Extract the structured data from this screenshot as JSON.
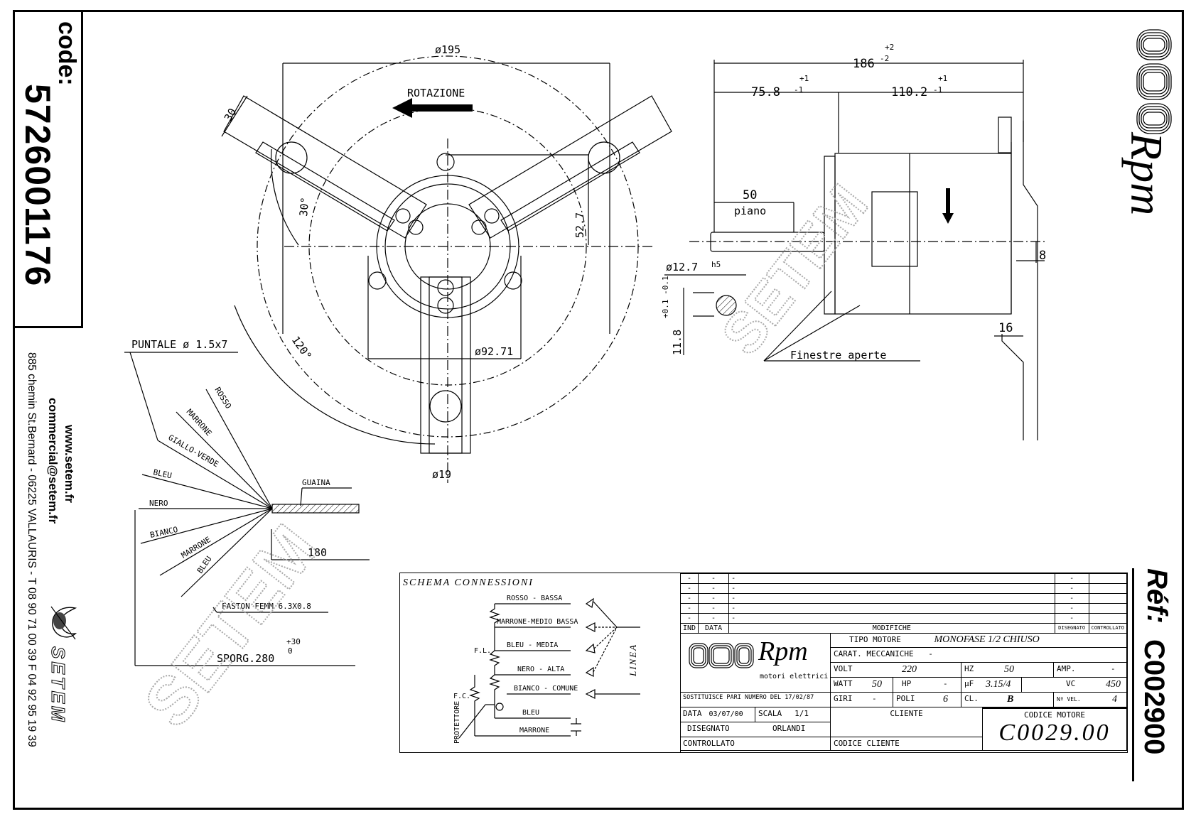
{
  "left_strip": {
    "code_label": "code:",
    "code_value": "5726001176",
    "website": "www.setem.fr",
    "email": "commercial@setem.fr",
    "address": "885 chemin St.Bernard  -  06225 VALLAURIS  -  T 08 90 71 00 39   F 04 92 95 19 39",
    "brand": "SETEM"
  },
  "right_strip": {
    "brand": "Rpm",
    "ref_label": "Réf:",
    "ref_value": "C002900"
  },
  "front_view": {
    "diameter_outer": "ø195",
    "rotation_label": "ROTAZIONE",
    "arm_width": "30",
    "angle_30": "30°",
    "angle_120": "120°",
    "height_52": "52.7",
    "diameter_body": "ø92.71",
    "hole_diameter": "ø19"
  },
  "side_view": {
    "total_length": "186",
    "total_tol_plus": "+2",
    "total_tol_minus": "-2",
    "shaft_length": "75.8",
    "shaft_tol_plus": "+1",
    "shaft_tol_minus": "-1",
    "body_length": "110.2",
    "body_tol_plus": "+1",
    "body_tol_minus": "-1",
    "flat_length": "50",
    "flat_label": "piano",
    "shaft_diameter": "ø12.7",
    "shaft_fit": "h5",
    "flat_height": "11.8",
    "flat_tol": "+0.1 -0.1",
    "dim_8": "8",
    "dim_16": "16",
    "windows_label": "Finestre aperte"
  },
  "wiring": {
    "tip_label": "PUNTALE ø 1.5x7",
    "wires": [
      "ROSSO",
      "MARRONE",
      "GIALLO-VERDE",
      "BLEU",
      "NERO",
      "BIANCO",
      "MARRONE",
      "BLEU"
    ],
    "sheath_label": "GUAINA",
    "dim_180": "180",
    "faston_label": "FASTON FEMM 6.3X0.8",
    "overhang_label": "SPORG.280",
    "overhang_tol_plus": "+30",
    "overhang_tol_minus": "0",
    "watermark": "SETEM"
  },
  "schema": {
    "title": "SCHEMA CONNESSIONI",
    "lines": [
      "ROSSO - BASSA",
      "MARRONE-MEDIO BASSA",
      "BLEU - MEDIA",
      "NERO - ALTA",
      "BIANCO - COMUNE",
      "BLEU",
      "MARRONE"
    ],
    "fl_label": "F.L.",
    "fc_label": "F.C.",
    "protector_label": "PROTETTORE",
    "line_label": "LINEA"
  },
  "modifications": {
    "rows": [
      {
        "ind": "-",
        "data": "-",
        "mod": "-",
        "dis": "-",
        "ctrl": ""
      },
      {
        "ind": "-",
        "data": "-",
        "mod": "-",
        "dis": "-",
        "ctrl": ""
      },
      {
        "ind": "-",
        "data": "-",
        "mod": "-",
        "dis": "-",
        "ctrl": ""
      },
      {
        "ind": "-",
        "data": "-",
        "mod": "-",
        "dis": "-",
        "ctrl": ""
      },
      {
        "ind": "-",
        "data": "-",
        "mod": "-",
        "dis": "-",
        "ctrl": ""
      }
    ],
    "headers": {
      "ind": "IND",
      "data": "DATA",
      "mod": "MODIFICHE",
      "dis": "DISEGNATO",
      "ctrl": "CONTROLLATO"
    }
  },
  "spec": {
    "logo_brand": "Rpm",
    "logo_sub": "motori elettrici",
    "tipo_motore_label": "TIPO MOTORE",
    "tipo_motore_value": "MONOFASE 1/2 CHIUSO",
    "carat_label": "CARAT. MECCANICHE",
    "carat_value": "-",
    "volt_label": "VOLT",
    "volt_value": "220",
    "hz_label": "HZ",
    "hz_value": "50",
    "amp_label": "AMP.",
    "amp_value": "-",
    "watt_label": "WATT",
    "watt_value": "50",
    "hp_label": "HP",
    "hp_value": "-",
    "uf_label": "µF",
    "uf_value": "3.15/4",
    "vc_label": "VC",
    "vc_value": "450",
    "sostituisce": "SOSTITUISCE PARI NUMERO DEL 17/02/87",
    "giri_label": "GIRI",
    "giri_value": "-",
    "poli_label": "POLI",
    "poli_value": "6",
    "cl_label": "CL.",
    "cl_value": "B",
    "nvel_label": "Nº VEL.",
    "nvel_value": "4",
    "data_label": "DATA",
    "data_value": "03/07/00",
    "scala_label": "SCALA",
    "scala_value": "1/1",
    "cliente_label": "CLIENTE",
    "disegnato_label": "DISEGNATO",
    "disegnato_value": "ORLANDI",
    "controllato_label": "CONTROLLATO",
    "codice_cliente_label": "CODICE CLIENTE",
    "codice_motore_label": "CODICE MOTORE",
    "codice_motore_value": "C0029.00"
  }
}
